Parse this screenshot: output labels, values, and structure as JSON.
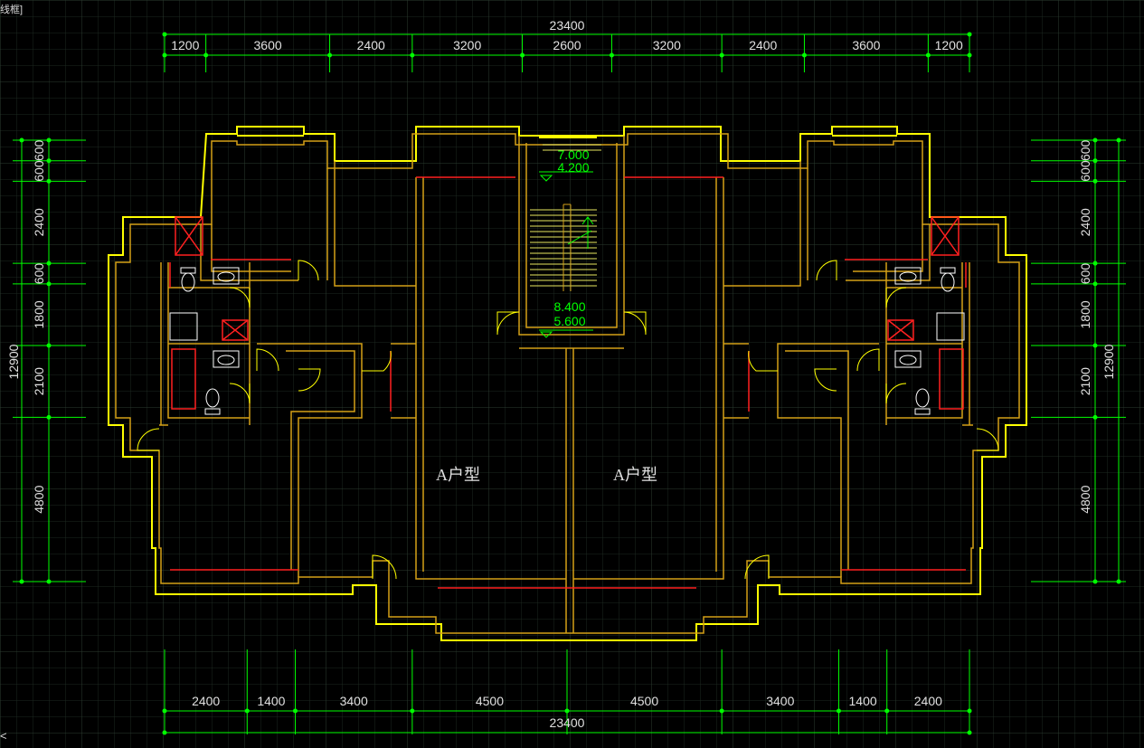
{
  "window": {
    "title_fragment": "线框]",
    "nav_glyph": "<"
  },
  "colors": {
    "background": "#000000",
    "grid": "#26332b",
    "dimension": "#00ff00",
    "wall": "#ffff00",
    "wall_inner": "#d4a017",
    "fixture": "#ff2020",
    "label_text": "#e0e0e0"
  },
  "dimensions": {
    "top_total": "23400",
    "top_segments": [
      "1200",
      "3600",
      "2400",
      "3200",
      "2600",
      "3200",
      "2400",
      "3600",
      "1200"
    ],
    "bottom_total": "23400",
    "bottom_segments": [
      "2400",
      "1400",
      "3400",
      "4500",
      "4500",
      "3400",
      "1400",
      "2400"
    ],
    "left_total": "12900",
    "left_segments": [
      "600",
      "600",
      "2400",
      "600",
      "1800",
      "2100",
      "4800"
    ],
    "right_total": "12900",
    "right_segments": [
      "600",
      "600",
      "2400",
      "600",
      "1800",
      "2100",
      "4800"
    ]
  },
  "elevations": {
    "upper": [
      "7.000",
      "4.200"
    ],
    "lower": [
      "8.400",
      "5.600"
    ]
  },
  "units": {
    "left_label": "A户型",
    "right_label": "A户型"
  }
}
